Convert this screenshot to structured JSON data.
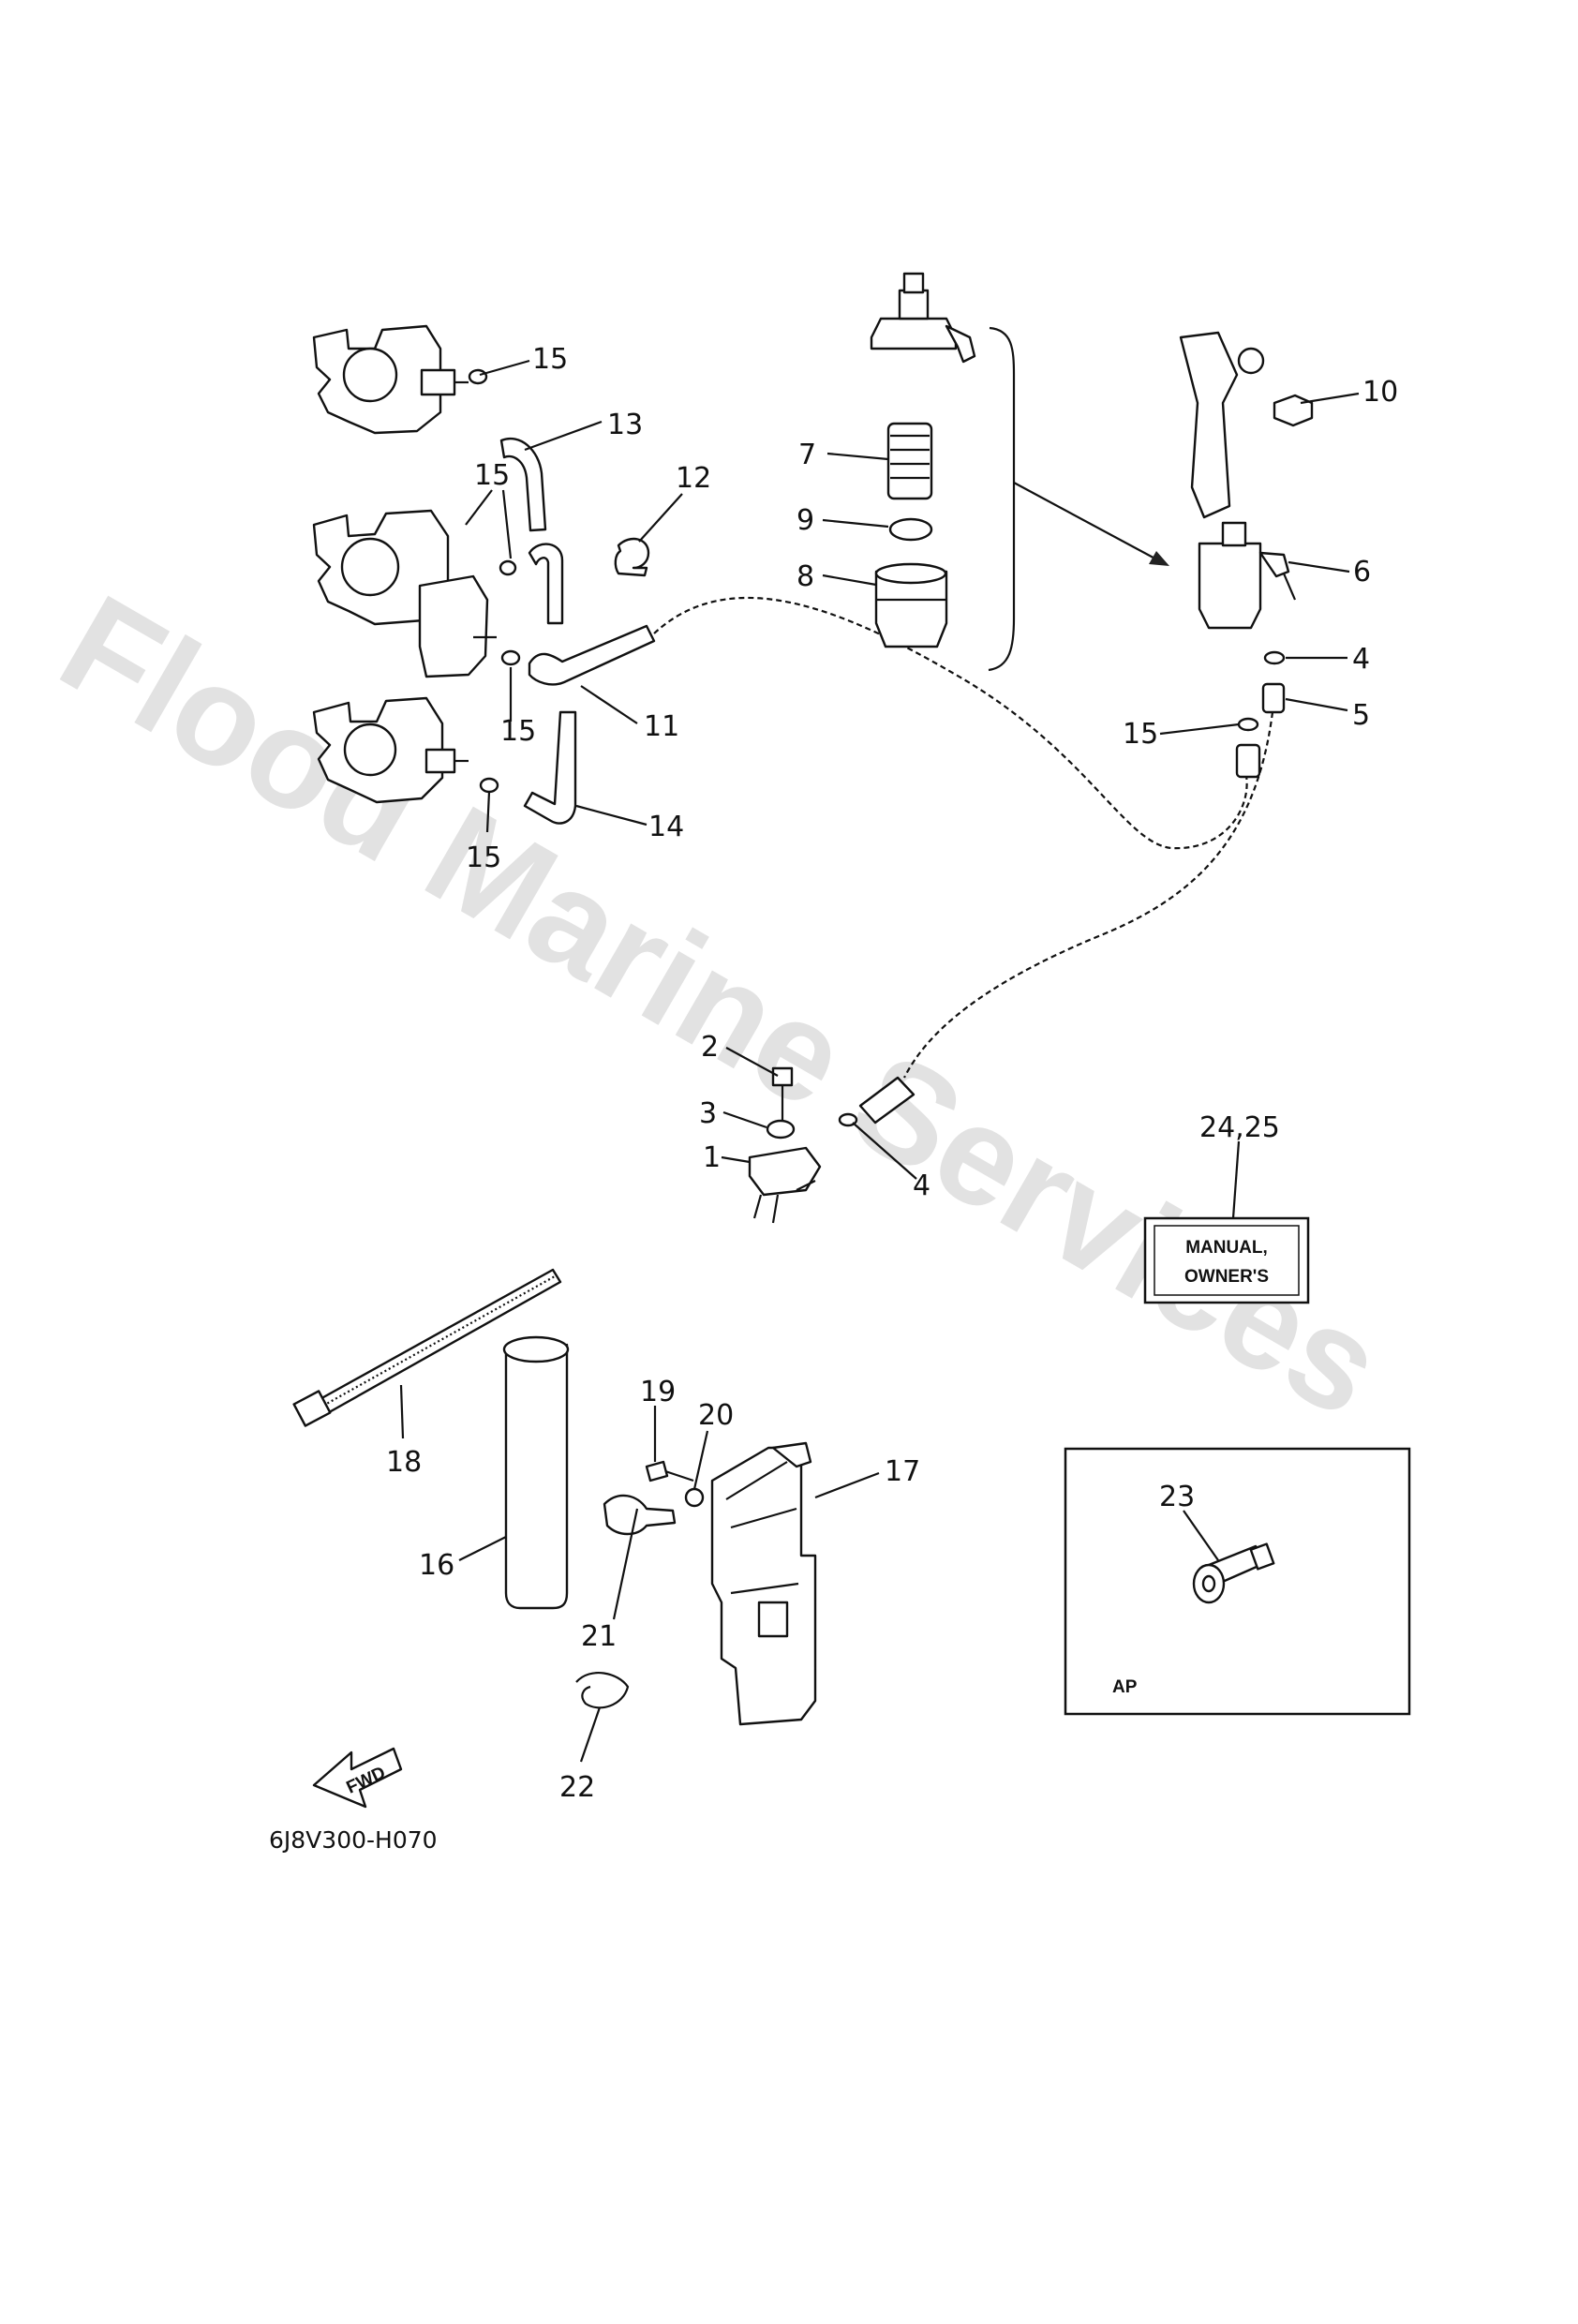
{
  "watermark": "Flood Marine Services",
  "diagram_code": "6J8V300-H070",
  "callouts": {
    "c1": "1",
    "c2": "2",
    "c3": "3",
    "c4a": "4",
    "c4b": "4",
    "c5": "5",
    "c6": "6",
    "c7": "7",
    "c8": "8",
    "c9": "9",
    "c10": "10",
    "c11": "11",
    "c12": "12",
    "c13": "13",
    "c14": "14",
    "c15a": "15",
    "c15b": "15",
    "c15c": "15",
    "c15d": "15",
    "c15e": "15",
    "c16": "16",
    "c17": "17",
    "c18": "18",
    "c19": "19",
    "c20": "20",
    "c21": "21",
    "c22": "22",
    "c23": "23",
    "c2425": "24,25"
  },
  "manual_box": {
    "line1": "MANUAL,",
    "line2": "OWNER'S"
  },
  "ap_box": {
    "label": "AP"
  },
  "fwd_arrow": {
    "label": "FWD",
    "icon": "fwd-arrow-icon"
  }
}
